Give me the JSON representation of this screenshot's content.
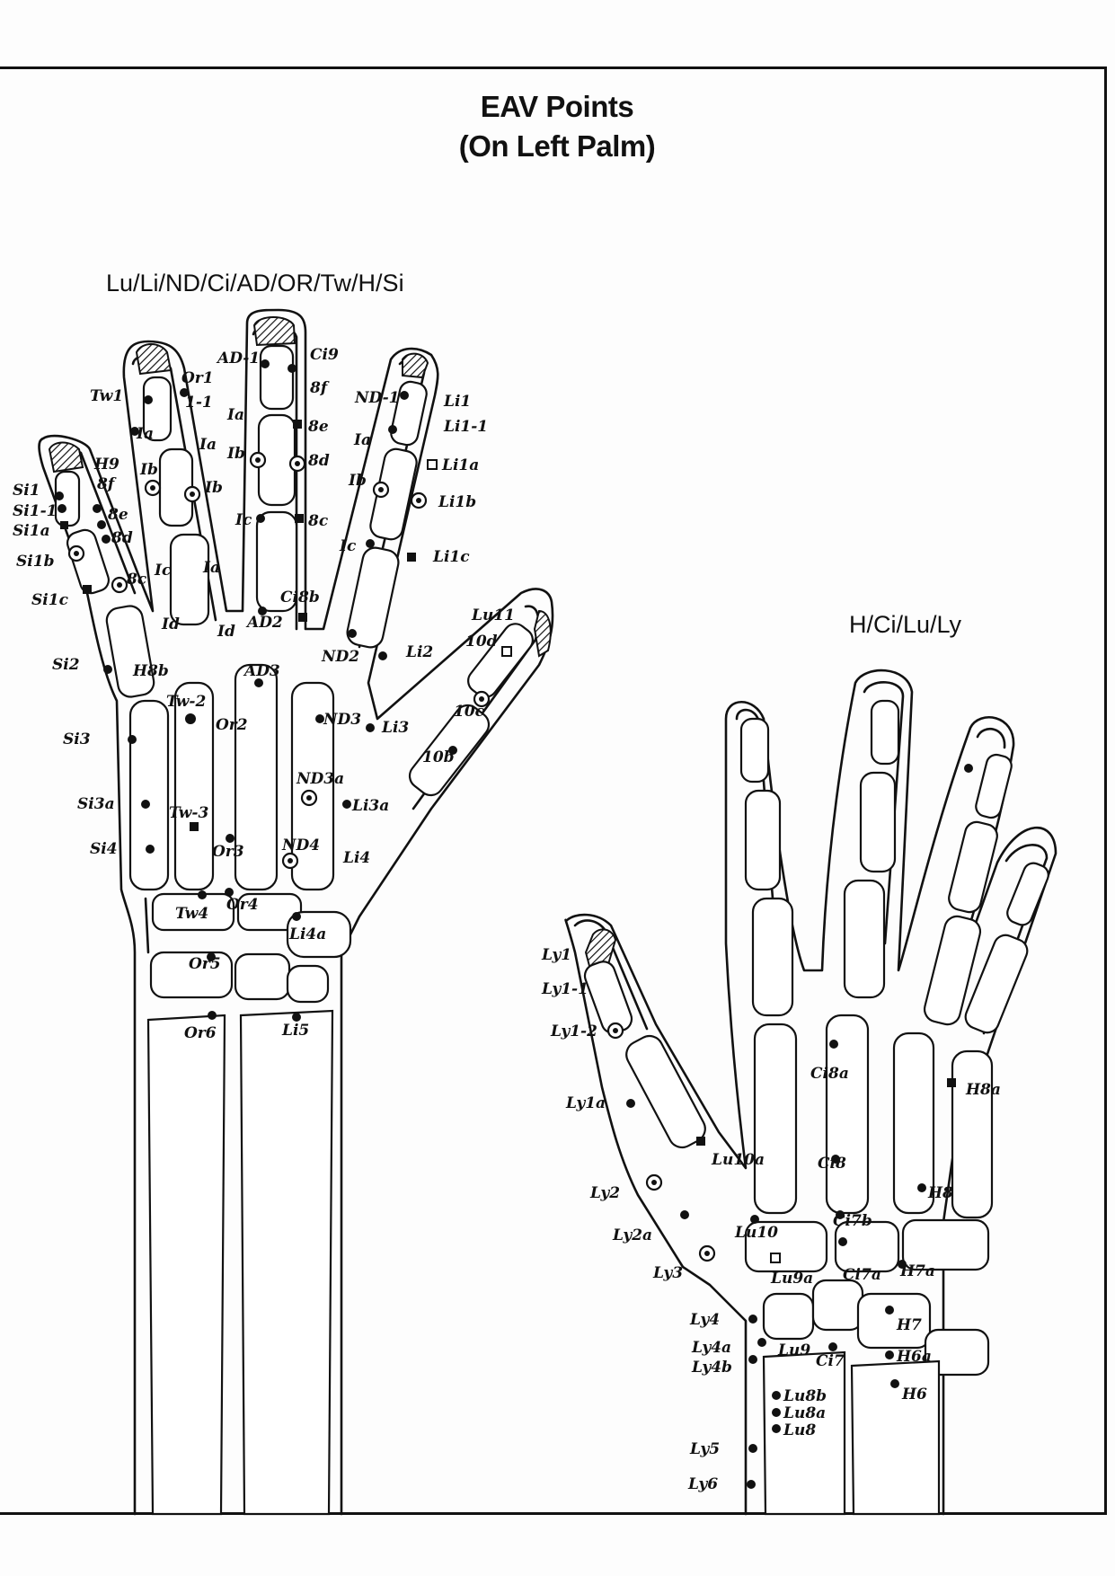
{
  "title": {
    "line1": "EAV Points",
    "line2": "(On Left Palm)"
  },
  "left_diagram": {
    "subtitle": "Lu/Li/ND/Ci/AD/OR/Tw/H/Si",
    "labels": {
      "Tw1": "Tw1",
      "Or1": "Or1",
      "Or1_1": "1-1",
      "AD1": "AD-1",
      "Ci9": "Ci9",
      "Bf": "8f",
      "Be": "8e",
      "Bd": "8d",
      "Bc": "8c",
      "ND1": "ND-1",
      "Li1": "Li1",
      "Li1_1": "Li1-1",
      "Li1a": "Li1a",
      "Li1b": "Li1b",
      "Li1c": "Li1c",
      "Ia_index": "Ia",
      "Ib_index": "Ib",
      "Ic_index": "Ic",
      "Ia_ring": "Ia",
      "Ib_ring": "Ib",
      "Ic_ring": "Ic",
      "Ia_middle": "Ia",
      "Ib_middle": "Ib",
      "Ic_middle": "Ic",
      "Ia_little": "Ia",
      "Ib_little": "Ib",
      "H9": "H9",
      "H8f": "8f",
      "H8e": "8e",
      "H8d": "8d",
      "H8c": "8c",
      "Si1": "Si1",
      "Si1_1": "Si1-1",
      "Si1a": "Si1a",
      "Si1b": "Si1b",
      "Si1c": "Si1c",
      "Id_ring": "Id",
      "Id_middle": "Id",
      "Ci8b": "Ci8b",
      "AD2": "AD2",
      "ND2": "ND2",
      "Li2": "Li2",
      "Lu11": "Lu11",
      "Lu10d": "10d",
      "Lu10c": "10c",
      "Lu10b": "10b",
      "Si2": "Si2",
      "H8b": "H8b",
      "Tw2": "Tw-2",
      "AD3": "AD3",
      "Or2": "Or2",
      "ND3": "ND3",
      "Li3": "Li3",
      "Si3": "Si3",
      "Si3a": "Si3a",
      "Tw3": "Tw-3",
      "ND3a": "ND3a",
      "Li3a": "Li3a",
      "Si4": "Si4",
      "Or3": "Or3",
      "ND4": "ND4",
      "Li4": "Li4",
      "Tw4": "Tw4",
      "Or4": "Or4",
      "Li4a": "Li4a",
      "Or5": "Or5",
      "Or6": "Or6",
      "Li5": "Li5"
    }
  },
  "right_diagram": {
    "subtitle": "H/Ci/Lu/Ly",
    "labels": {
      "Ly1": "Ly1",
      "Ly1_1": "Ly1-1",
      "Ly1_2": "Ly1-2",
      "Ly1a": "Ly1a",
      "Ly2": "Ly2",
      "Ly2a": "Ly2a",
      "Ly3": "Ly3",
      "Ly4": "Ly4",
      "Ly4a": "Ly4a",
      "Ly4b": "Ly4b",
      "Ly5": "Ly5",
      "Ly6": "Ly6",
      "Lu10a": "Lu10a",
      "Lu10": "Lu10",
      "Lu9a": "Lu9a",
      "Lu9": "Lu9",
      "Lu8b": "Lu8b",
      "Lu8a": "Lu8a",
      "Lu8": "Lu8",
      "Ci8a": "Ci8a",
      "Ci8": "Ci8",
      "Ci7b": "Ci7b",
      "Ci7a": "Ci7a",
      "Ci7": "Ci7",
      "H8a": "H8a",
      "H8": "H8",
      "H7a": "H7a",
      "H7": "H7",
      "H6a": "H6a",
      "H6": "H6"
    }
  },
  "colors": {
    "ink": "#111111",
    "paper": "#fdfdfd"
  }
}
